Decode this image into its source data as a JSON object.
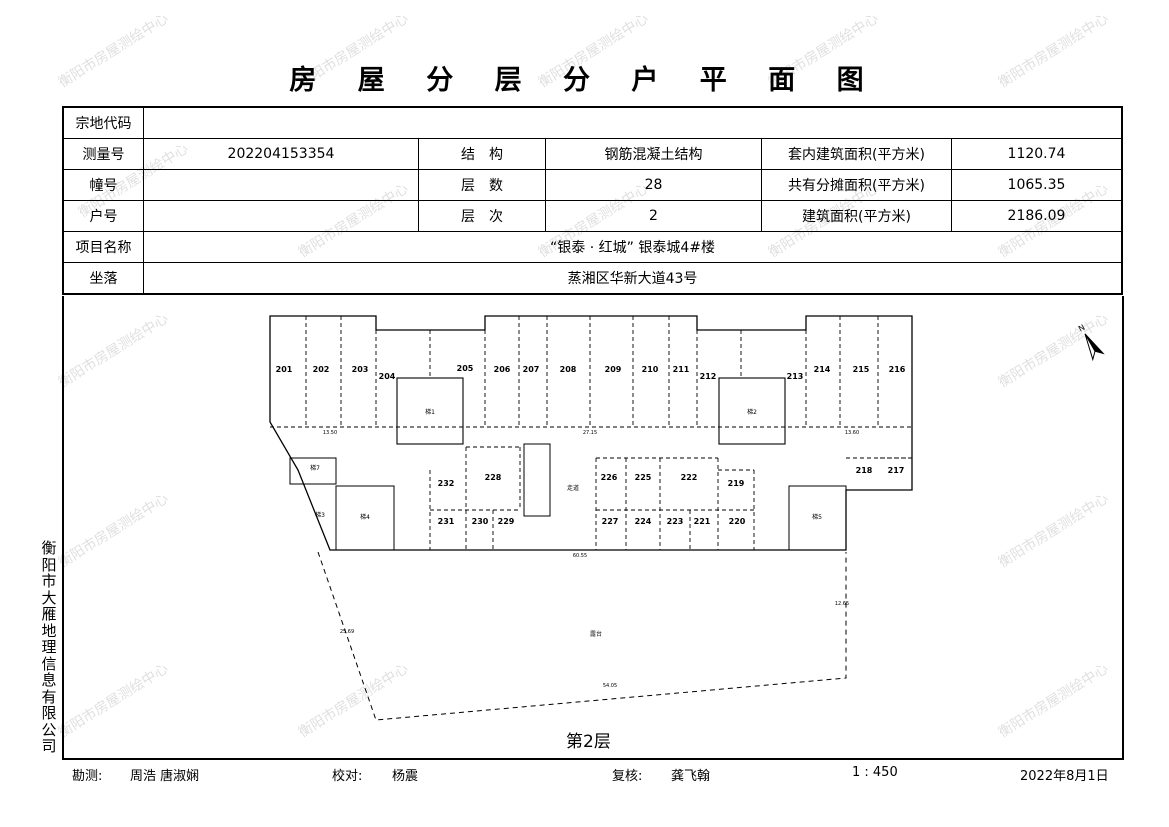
{
  "title": "房 屋 分 层 分 户 平 面 图",
  "watermark": "衡阳市房屋测绘中心",
  "info": {
    "parcel_code_label": "宗地代码",
    "parcel_code": "",
    "survey_no_label": "测量号",
    "survey_no": "202204153354",
    "structure_label": "结　构",
    "structure": "钢筋混凝土结构",
    "inner_area_label": "套内建筑面积(平方米)",
    "inner_area": "1120.74",
    "building_no_label": "幢号",
    "building_no": "",
    "floors_label": "层　数",
    "floors": "28",
    "shared_area_label": "共有分摊面积(平方米)",
    "shared_area": "1065.35",
    "unit_no_label": "户号",
    "unit_no": "",
    "floor_level_label": "层　次",
    "floor_level": "2",
    "building_area_label": "建筑面积(平方米)",
    "building_area": "2186.09",
    "project_label": "项目名称",
    "project": "“银泰 · 红城” 银泰城4#楼",
    "location_label": "坐落",
    "location": "蒸湘区华新大道43号"
  },
  "plan": {
    "rooms": [
      "201",
      "202",
      "203",
      "204",
      "205",
      "206",
      "207",
      "208",
      "209",
      "210",
      "211",
      "212",
      "213",
      "214",
      "215",
      "216",
      "217",
      "218",
      "219",
      "220",
      "221",
      "222",
      "223",
      "224",
      "225",
      "226",
      "227",
      "228",
      "229",
      "230",
      "231",
      "232"
    ],
    "stairs": [
      "梯1",
      "梯2",
      "梯3",
      "梯4",
      "梯5",
      "梯7"
    ],
    "corridor": "走道",
    "terrace": "露台",
    "dims": {
      "top_total": "27.15",
      "bottom_total": "60.55",
      "terrace_bottom": "54.05",
      "terrace_left": "25.69",
      "terrace_right": "12.65",
      "left_span": "13.50",
      "right_span": "13.60"
    }
  },
  "floor_label": "第2层",
  "company": "衡阳市大雁地理信息有限公司",
  "footer": {
    "surveyor_label": "勘测:",
    "surveyor": "周浩 唐淑娴",
    "checker_label": "校对:",
    "checker": "杨震",
    "reviewer_label": "复核:",
    "reviewer": "龚飞翰",
    "scale": "1 : 450",
    "date": "2022年8月1日"
  }
}
